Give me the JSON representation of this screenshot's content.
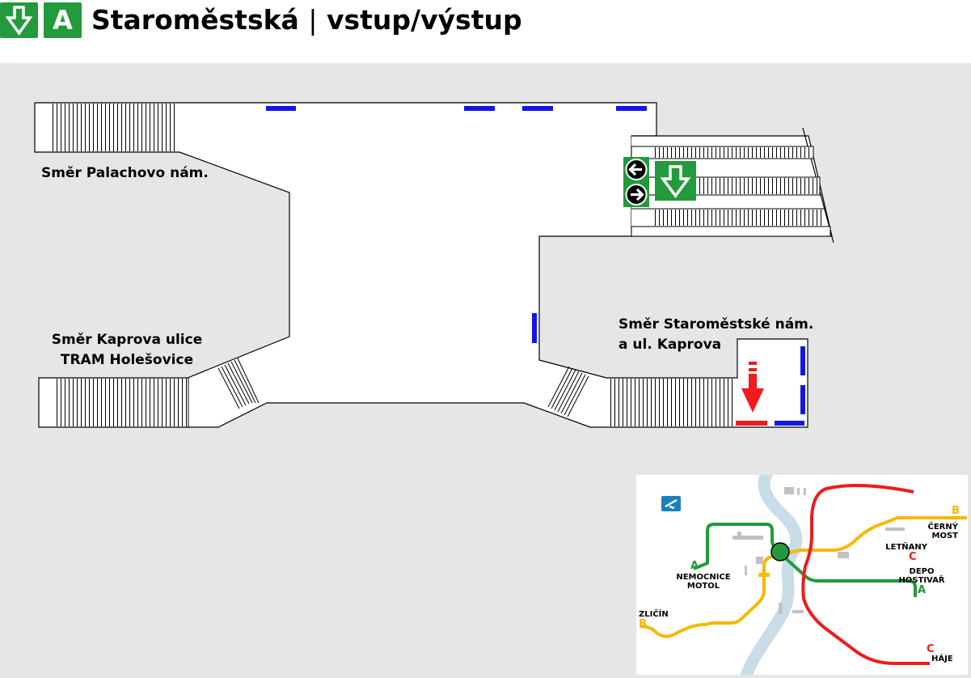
{
  "header": {
    "line": "A",
    "station": "Staroměstská",
    "subtitle": "vstup/výstup",
    "metro_logo_icon": "metro-arrow-down-icon",
    "line_color": "#239a3c"
  },
  "plan": {
    "labels": {
      "palachovo": "Směr Palachovo nám.",
      "kaprova_1": "Směr Kaprova ulice",
      "kaprova_2": "TRAM Holešovice",
      "staromestske_1": "Směr Staroměstské nám.",
      "staromestske_2": "a ul. Kaprova"
    },
    "icons": [
      "arrow-left-icon",
      "arrow-right-icon",
      "metro-arrow-down-icon",
      "exit-arrow-down-icon"
    ],
    "colors": {
      "marker": "#1515e6",
      "exit": "#ee1c1c"
    }
  },
  "minimap": {
    "terminals": {
      "letnany": "LETŇANY",
      "cerny_1": "ČERNÝ",
      "cerny_2": "MOST",
      "depo_1": "DEPO",
      "depo_2": "HOSTIVAŘ",
      "nemocnice_1": "NEMOCNICE",
      "nemocnice_2": "MOTOL",
      "zlicin": "ZLIČÍN",
      "haje": "HÁJE"
    },
    "line_letters": {
      "a": "A",
      "b": "B",
      "c": "C"
    },
    "colors": {
      "A": "#239a3c",
      "B": "#f5b800",
      "C": "#ee1c1c",
      "river": "#c9dde8",
      "airport": "#1a7fc1"
    },
    "icons": [
      "airport-icon",
      "station-marker-icon"
    ]
  }
}
